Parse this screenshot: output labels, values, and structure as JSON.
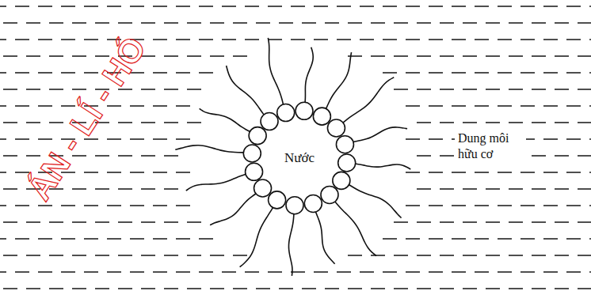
{
  "diagram": {
    "nodes": [
      {
        "text": [
          "Nước"
        ]
      }
    ],
    "labels": [
      "Dung môi hữu cơ",
      "ÁN - LÍ - HÓ"
    ]
  }
}
